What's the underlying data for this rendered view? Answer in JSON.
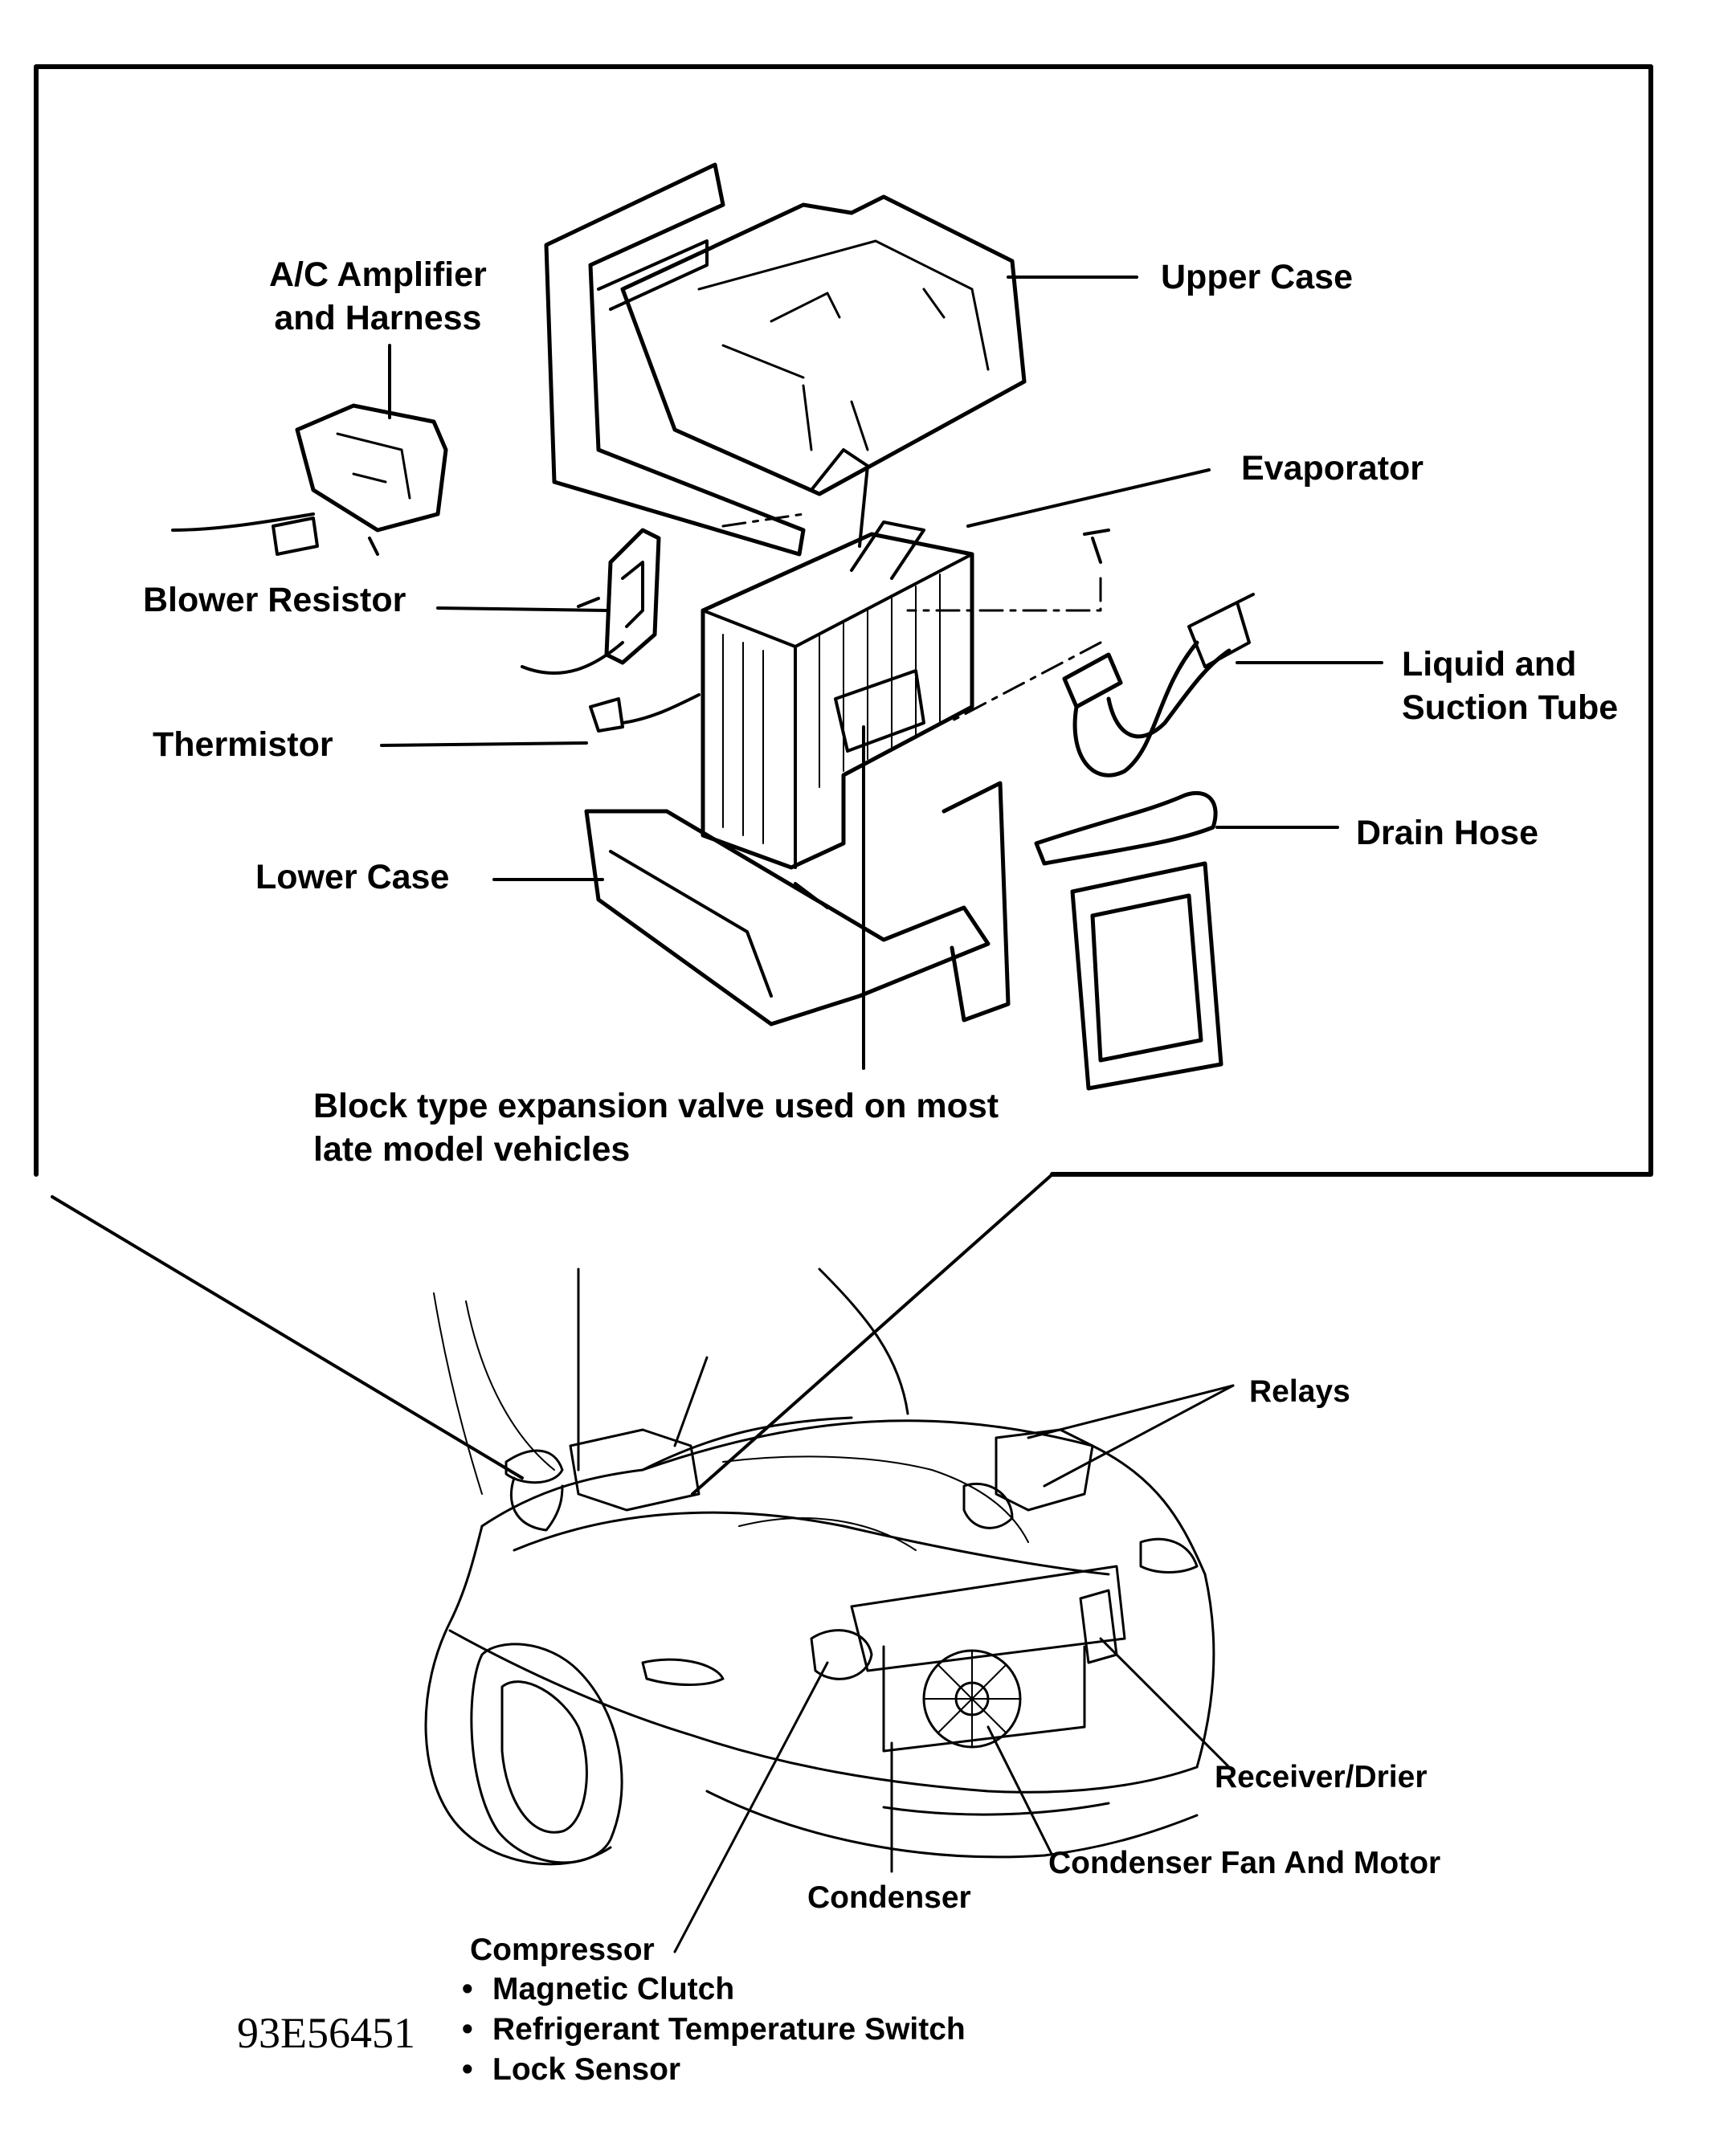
{
  "inset_labels": {
    "upper_case": "Upper Case",
    "ac_amplifier": "A/C Amplifier\nand Harness",
    "evaporator": "Evaporator",
    "blower_resistor": "Blower Resistor",
    "liquid_suction_tube": "Liquid and\nSuction Tube",
    "thermistor": "Thermistor",
    "drain_hose": "Drain Hose",
    "lower_case": "Lower Case",
    "expansion_valve": "Block type expansion valve used on most\nlate model vehicles"
  },
  "car_labels": {
    "relays": "Relays",
    "receiver_drier": "Receiver/Drier",
    "condenser_fan": "Condenser Fan And Motor",
    "condenser": "Condenser",
    "compressor": "Compressor"
  },
  "compressor_parts": [
    "Magnetic Clutch",
    "Refrigerant Temperature Switch",
    "Lock Sensor"
  ],
  "figure_number": "93E56451"
}
